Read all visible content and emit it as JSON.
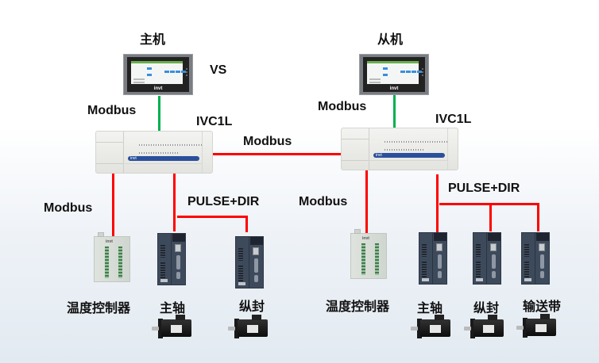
{
  "diagram": {
    "labels": {
      "master": "主机",
      "slave": "从机",
      "vs": "VS",
      "plc_left": "IVC1L",
      "plc_right": "IVC1L",
      "hmi_link_left": "Modbus",
      "hmi_link_right": "Modbus",
      "plc_link": "Modbus",
      "temp_link_left": "Modbus",
      "temp_link_right": "Modbus",
      "pulse_left": "PULSE+DIR",
      "pulse_right": "PULSE+DIR"
    },
    "devices_left": [
      {
        "type": "temperature-controller",
        "label": "温度控制器"
      },
      {
        "type": "servo-drive",
        "label": "主轴"
      },
      {
        "type": "servo-drive",
        "label": "纵封"
      }
    ],
    "devices_right": [
      {
        "type": "temperature-controller",
        "label": "温度控制器"
      },
      {
        "type": "servo-drive",
        "label": "主轴"
      },
      {
        "type": "servo-drive",
        "label": "纵封"
      },
      {
        "type": "servo-drive",
        "label": "输送带"
      }
    ],
    "brand": "invt",
    "colors": {
      "modbus_wire": "#ff0000",
      "hmi_wire": "#00b050"
    }
  }
}
